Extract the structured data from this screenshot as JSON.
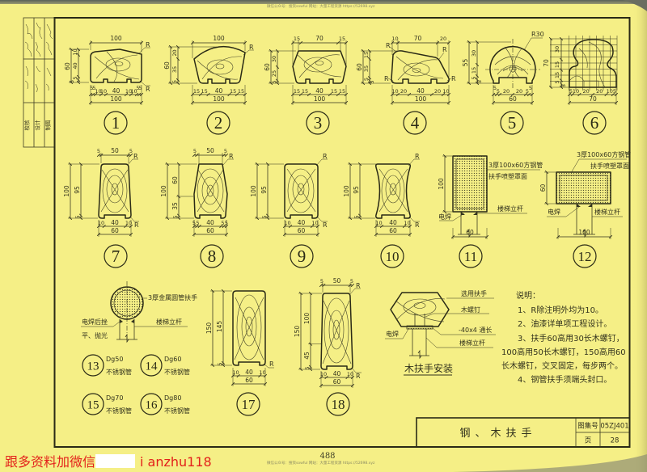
{
  "colors": {
    "paper": "#f5ef86",
    "ink": "#33331e",
    "promo_red": "#e3211b"
  },
  "page": {
    "watermark_top": "微信公众号：搜资sowful   网站：大量工程资源 https://52698.xyz",
    "watermark_bottom": "微信公众号：搜资sowful   网站：大量工程资源 https://52698.xyz"
  },
  "title_strip": {
    "labels": [
      "校核",
      "设计",
      "制图"
    ]
  },
  "figures": {
    "f1": {
      "num": "1",
      "top": [
        "100"
      ],
      "left": [
        "60",
        "10",
        "40",
        "5",
        "5"
      ],
      "bottom": [
        "5",
        "5",
        "10",
        "10",
        "40",
        "10",
        "10",
        "5",
        "5"
      ],
      "total": "100",
      "r": [
        "R",
        "R"
      ]
    },
    "f2": {
      "num": "2",
      "top": [
        "100"
      ],
      "left": [
        "60",
        "20",
        "35",
        "5"
      ],
      "bottom": [
        "15",
        "15",
        "40",
        "15",
        "15"
      ],
      "total": "100",
      "r": [
        "R"
      ]
    },
    "f3": {
      "num": "3",
      "top": [
        "15",
        "70",
        "15"
      ],
      "left": [
        "60",
        "30",
        "25",
        "5"
      ],
      "bottom": [
        "15",
        "15",
        "40",
        "15",
        "15"
      ],
      "total": "100"
    },
    "f4": {
      "num": "4",
      "top": [
        "10",
        "70",
        "20"
      ],
      "left": [
        "60",
        "15",
        "35",
        "5",
        "5"
      ],
      "bottom": [
        "10",
        "20",
        "40",
        "20",
        "10"
      ],
      "total": "100",
      "r": [
        "R",
        "R",
        "R",
        "R"
      ]
    },
    "f5": {
      "num": "5",
      "left": [
        "55",
        "30",
        "15",
        "5",
        "5"
      ],
      "bottom": [
        "5",
        "5",
        "20",
        "20",
        "5",
        "5"
      ],
      "total": "60",
      "r": [
        "R30"
      ]
    },
    "f6": {
      "num": "6",
      "left": [
        "70",
        "30",
        "15",
        "15",
        "5",
        "5"
      ],
      "bottom": [
        "5",
        "10",
        "20",
        "20",
        "10",
        "5"
      ],
      "total": "70"
    },
    "f7": {
      "num": "7",
      "top": [
        "5",
        "50",
        "5"
      ],
      "left": [
        "100",
        "95",
        "5"
      ],
      "bottom": [
        "10",
        "40",
        "10"
      ],
      "total": "60",
      "r": [
        "R",
        "R"
      ]
    },
    "f8": {
      "num": "8",
      "top": [
        "5",
        "50",
        "5"
      ],
      "left": [
        "100",
        "60",
        "35",
        "5"
      ],
      "bottom": [
        "5",
        "5",
        "40",
        "5",
        "5"
      ],
      "total": "60",
      "r": [
        "R"
      ]
    },
    "f9": {
      "num": "9",
      "left": [
        "100",
        "95",
        "5"
      ],
      "bottom": [
        "10",
        "40",
        "10"
      ],
      "total": "60",
      "r": [
        "R",
        "R"
      ]
    },
    "f10": {
      "num": "10",
      "left": [
        "100",
        "95",
        "5"
      ],
      "bottom": [
        "10",
        "40",
        "10"
      ],
      "total": "60",
      "r": [
        "R",
        "R"
      ]
    },
    "f11": {
      "num": "11",
      "left": [
        "100"
      ],
      "total": "60",
      "tube": "3厚100x60方钢管",
      "finish": "扶手喷塑罩面",
      "weld": "电焊",
      "post": "楼梯立杆"
    },
    "f12": {
      "num": "12",
      "left": [
        "60"
      ],
      "total": "100",
      "tube": "3厚100x60方钢管",
      "finish": "扶手喷塑罩面",
      "weld": "电焊",
      "post": "楼梯立杆"
    },
    "f13_16": {
      "pipe": "3厚金属圆管扶手",
      "weld_line1": "电焊后挫",
      "weld_line2": "平、抛光",
      "post": "楼梯立杆",
      "variants": [
        {
          "num": "13",
          "spec": "Dg50",
          "material": "不锈钢管"
        },
        {
          "num": "14",
          "spec": "Dg60",
          "material": "不锈钢管"
        },
        {
          "num": "15",
          "spec": "Dg70",
          "material": "不锈钢管"
        },
        {
          "num": "16",
          "spec": "Dg80",
          "material": "不锈钢管"
        }
      ]
    },
    "f17": {
      "num": "17",
      "left": [
        "150",
        "145",
        "5"
      ],
      "bottom": [
        "10",
        "40",
        "10"
      ],
      "total": "60",
      "r": [
        "R"
      ]
    },
    "f18": {
      "num": "18",
      "top": [
        "5",
        "50",
        "5"
      ],
      "left": [
        "150",
        "100",
        "45",
        "5"
      ],
      "bottom": [
        "10",
        "40",
        "10"
      ],
      "total": "60",
      "r": [
        "R",
        "R"
      ]
    },
    "wood_install": {
      "title": "木扶手安装",
      "labels": [
        "选用扶手",
        "木螺钉",
        "-40x4 通长",
        "楼梯立杆"
      ],
      "weld": "电焊"
    }
  },
  "notes": {
    "heading": "说明：",
    "lines": [
      "1、R除注明外均为10。",
      "2、油漆详单项工程设计。",
      "3、扶手60高用30长木螺钉，",
      "100高用50长木螺钉，150高用60",
      "长木螺钉，交叉固定，每步两个。",
      "4、钢管扶手须端头封口。"
    ]
  },
  "title_block": {
    "title": "钢、木扶手",
    "atlas_label": "图集号",
    "atlas_value": "05ZJ401",
    "page_label": "页",
    "page_value": "28"
  },
  "footer": {
    "page_number": "488",
    "promo_prefix": "跟多资料加微信",
    "promo_handle": "i anzhu118"
  }
}
